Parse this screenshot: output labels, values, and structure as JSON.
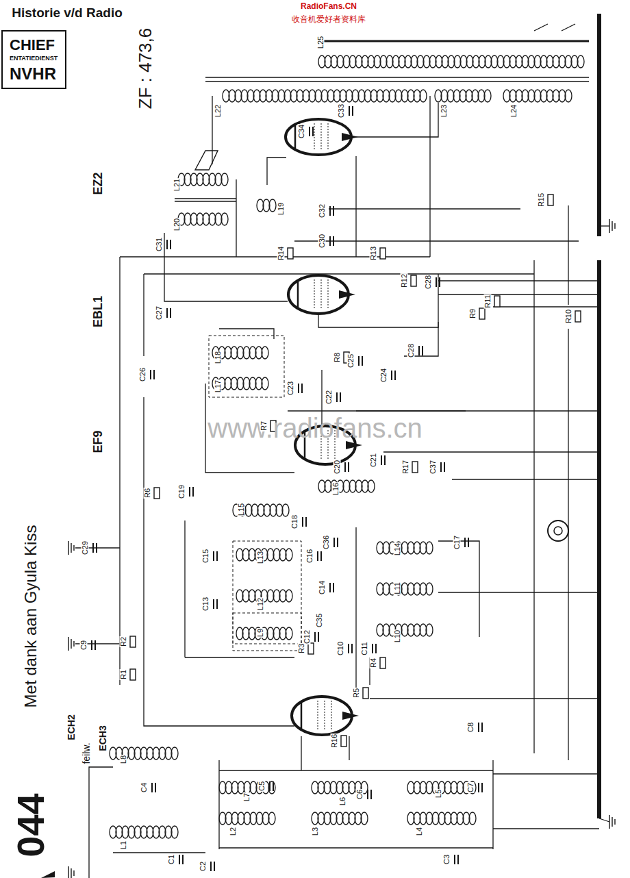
{
  "diagram": {
    "nodes": [
      {
        "text": [
          "CHIEF",
          "ENTATIEDIENST",
          "NVHR"
        ]
      }
    ],
    "labels": [
      "Historie v/d Radio",
      "RadioFans.CN",
      "收音机爱好者资料库",
      "ZF : 473,6",
      "EZ2",
      "EBL1",
      "EF9",
      "Met dank aan Gyula Kiss",
      "044",
      "ECH2",
      "feilw.",
      "ECH3",
      "www.radiofans.cn",
      "L25",
      "L22",
      "L23",
      "L24",
      "C33",
      "C34",
      "L21",
      "L20",
      "L19",
      "C32",
      "C30",
      "C31",
      "R15",
      "R14",
      "R13",
      "R12",
      "C28",
      "C27",
      "R11",
      "R9",
      "R10",
      "L18",
      "R8",
      "C25",
      "C28",
      "C26",
      "C24",
      "L17",
      "C23",
      "C22",
      "R7",
      "C20",
      "C21",
      "R17",
      "C37",
      "L16",
      "C19",
      "R6",
      "L15",
      "C18",
      "C36",
      "C15",
      "L13",
      "C16",
      "C13",
      "L12",
      "C14",
      "L14",
      "C17",
      "L11",
      "L9",
      "C12",
      "C35",
      "L10",
      "C29",
      "R2",
      "R1",
      "C9",
      "C10",
      "C11",
      "R3",
      "R4",
      "R5",
      "R16",
      "C8",
      "C5",
      "L7",
      "L6",
      "C6",
      "L5",
      "C7",
      "L2",
      "L3",
      "L4",
      "C3",
      "L8",
      "C4",
      "L1",
      "C1",
      "C2"
    ]
  }
}
